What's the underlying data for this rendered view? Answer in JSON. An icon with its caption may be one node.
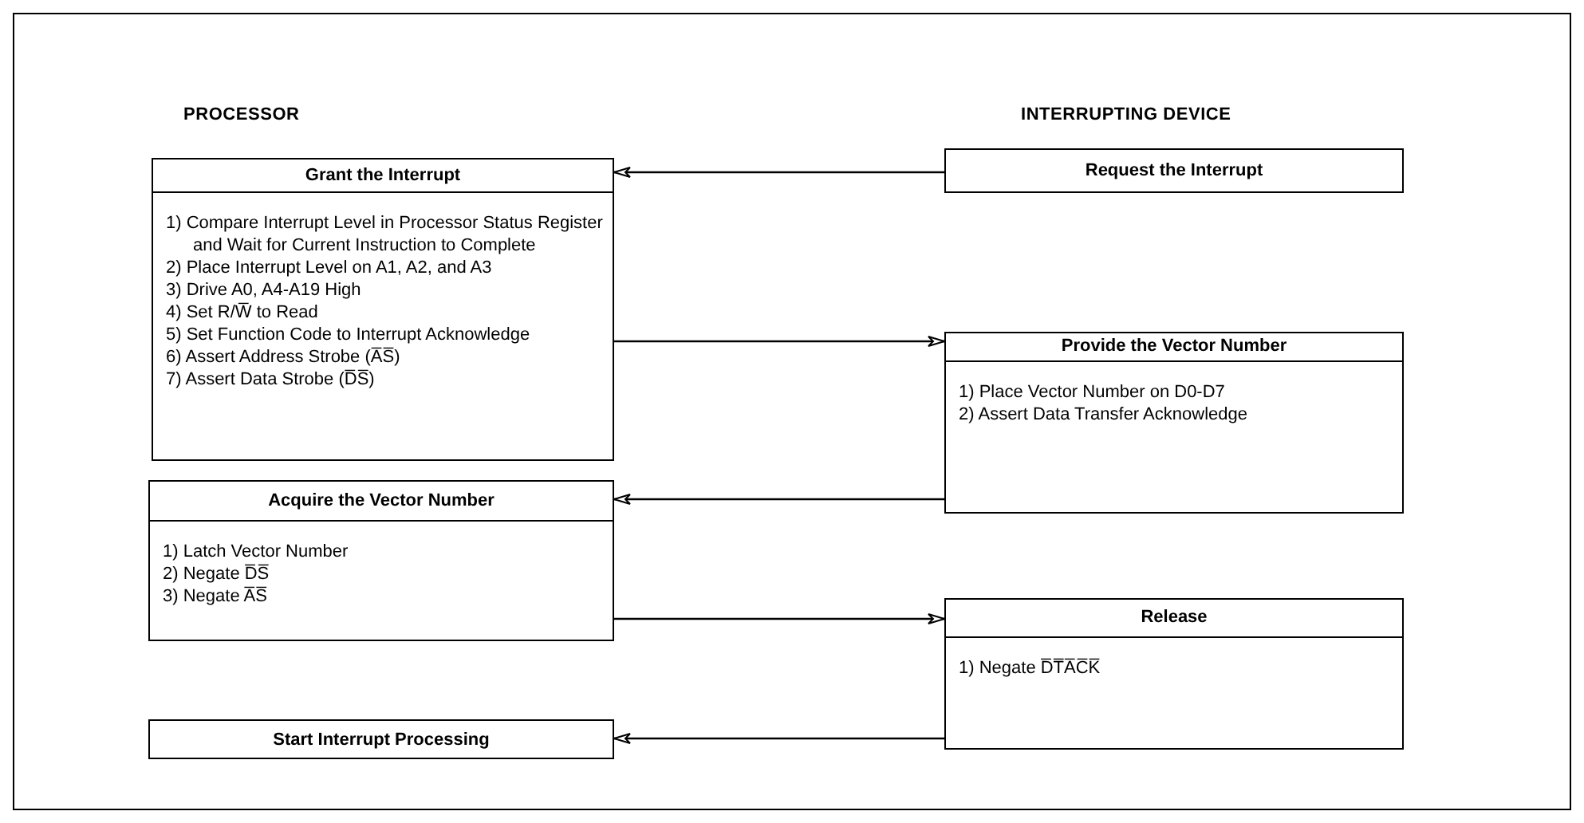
{
  "diagram": {
    "nodes": [
      {
        "text": [
          "Grant the Interrupt",
          "1) Compare Interrupt Level in Processor Status Register and Wait for Current Instruction to Complete",
          "2) Place Interrupt Level on A1, A2, and A3",
          "3) Drive A0, A4-A19 High",
          "4) Set R/W̅ to Read",
          "5) Set Function Code to Interrupt Acknowledge",
          "6) Assert Address Strobe (A̅S̅)",
          "7) Assert Data Strobe (D̅S̅)"
        ]
      },
      {
        "text": [
          "Request the Interrupt"
        ]
      },
      {
        "text": [
          "Provide the Vector Number",
          "1) Place Vector Number on D0-D7",
          "2) Assert Data Transfer Acknowledge"
        ]
      },
      {
        "text": [
          "Acquire the Vector Number",
          "1) Latch Vector Number",
          "2) Negate D̅S̅",
          "3) Negate A̅S̅"
        ]
      },
      {
        "text": [
          "Release",
          "1) Negate D̅T̅A̅C̅K̅"
        ]
      },
      {
        "text": [
          "Start Interrupt Processing"
        ]
      }
    ],
    "edges": [
      {
        "from": 1,
        "to": 0,
        "arrow": "to"
      },
      {
        "from": 0,
        "to": 2,
        "arrow": "to"
      },
      {
        "from": 2,
        "to": 3,
        "arrow": "to"
      },
      {
        "from": 3,
        "to": 4,
        "arrow": "to"
      },
      {
        "from": 4,
        "to": 5,
        "arrow": "to"
      }
    ],
    "labels": [
      "PROCESSOR",
      "INTERRUPTING DEVICE"
    ]
  }
}
